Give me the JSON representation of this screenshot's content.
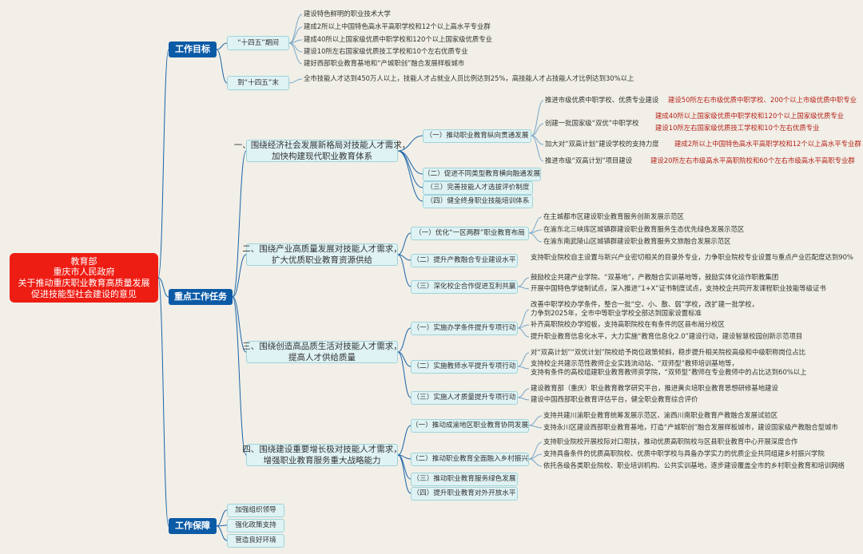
{
  "root": {
    "lines": [
      "教育部",
      "重庆市人民政府",
      "关于推动重庆职业教育高质量发展",
      "促进技能型社会建设的意见"
    ]
  },
  "branches": {
    "goals": "工作目标",
    "tasks": "重点工作任务",
    "support": "工作保障"
  },
  "goals": {
    "period": "“十四五”期间",
    "period_items": [
      "建设特色鲜明的职业技术大学",
      "建成2所以上中国特色高水平高职学校和12个以上高水平专业群",
      "建成40所以上国家级优质中职学校和120个以上国家级优质专业",
      "建设10所左右国家级优质技工学校和10个左右优质专业",
      "建好西部职业教育基地和“产城职创”融合发展样板城市"
    ],
    "end": "到“十四五”末",
    "end_item": "全市技能人才达到450万人以上，技能人才占就业人员比例达到25%，高技能人才占技能人才比例达到30%以上"
  },
  "task1": {
    "title": [
      "一、围绕经济社会发展新格局对技能人才需求，",
      "加快构建现代职业教育体系"
    ],
    "subs": [
      "（一）推动职业教育纵向贯通发展",
      "（二）促进不同类型教育横向融通发展",
      "（三）完善技能人才选拔评价制度",
      "（四）健全终身职业技能培训体系"
    ],
    "details": [
      "推进市级优质中职学校、优质专业建设",
      "创建一批国家级“双优”中职学校",
      "加大对“双高计划”建设学校的支持力度",
      "推进市级“双高计划”项目建设"
    ],
    "red": [
      "建设50所左右市级优质中职学校、200个以上市级优质中职专业",
      "建成40所以上国家级优质中职学校和120个以上国家级优质专业",
      "建设10所左右国家级优质技工学校和10个左右优质专业",
      "建成2所以上中国特色高水平高职学校和12个以上高水平专业群",
      "建设20所左右市级高水平高职院校和60个左右市级高水平高职专业群"
    ]
  },
  "task2": {
    "title": [
      "二、围绕产业高质量发展对技能人才需求，",
      "扩大优质职业教育资源供给"
    ],
    "subs": [
      "（一）优化“一区两群”职业教育布局",
      "（二）提升产教融合专业建设水平",
      "（三）深化校企合作促进互利共赢"
    ],
    "leaves_a": [
      "在主城都市区建设职业教育服务创新发展示范区",
      "在渝东北三峡库区城镇群建设职业教育服务生态优先绿色发展示范区",
      "在渝东南武陵山区城镇群建设职业教育服务文旅融合发展示范区"
    ],
    "leaf_b": "支持职业院校自主设置与新兴产业密切相关的目录外专业，力争职业院校专业设置与重点产业匹配度达到90%",
    "leaves_c": [
      "鼓励校企共建产业学院、“双基地”，产教融合实训基地等，鼓励实体化运作职教集团",
      "开展中国特色学徒制试点，深入推进“1+X”证书制度试点，支持校企共同开发课程职业技能等级证书"
    ]
  },
  "task3": {
    "title": [
      "三、围绕创造高品质生活对技能人才需求，",
      "提高人才供给质量"
    ],
    "subs": [
      "（一）实施办学条件提升专项行动",
      "（二）实施教师水平提升专项行动",
      "（三）实施人才质量提升专项行动"
    ],
    "leaves_a": [
      [
        "改善中职学校办学条件，整合一批“空、小、散、弱”学校，改扩建一批学校，",
        "力争到2025年，全市中等职业学校全部达到国家设置标准"
      ],
      [
        "补齐高职院校办学短板，支持高职院校在有条件的区县布局分校区"
      ],
      [
        "提升职业教育信息化水平，大力实施“教育信息化2.0”建设行动，建设智慧校园创新示范项目"
      ]
    ],
    "leaves_b": [
      [
        "对“双高计划”“双优计划”院校给予岗位政策倾斜，稳步提升相关院校高级和中级职称岗位占比"
      ],
      [
        "支持校企共建示范性教师企业实践流动站、“双师型”教师培训基地等，",
        "支持有条件的高校组建职业教育教师资学院，“双师型”教师在专业教师中的占比达到60%以上"
      ]
    ],
    "leaves_c": [
      "建设教育部（重庆）职业教育教学研究平台，推进黄炎培职业教育思想研修基地建设",
      "建设中国西部职业教育评估平台，健全职业教育综合评价"
    ]
  },
  "task4": {
    "title": [
      "四、围绕建设重要增长极对技能人才需求，",
      "增强职业教育服务重大战略能力"
    ],
    "subs": [
      "（一）推动成渝地区职业教育协同发展",
      "（二）推动职业教育全面融入乡村振兴",
      "（三）推动职业教育服务绿色发展",
      "（四）提升职业教育对外开放水平"
    ],
    "leaves_a": [
      "支持共建川渝职业教育统筹发展示范区、渝西川南职业教育产教融合发展试验区",
      "支持永川区建设西部职业教育基地，打造“产城职创”融合发展样板城市，建设国家级产教融合型城市"
    ],
    "leaves_b": [
      "支持职业院校开展校际对口帮扶，推动优质高职院校与区县职业教育中心开展深度合作",
      "支持具备条件的优质高职院校、优质中职学校与具备办学实力的优质企业共同组建乡村振兴学院",
      "依托各级各类职业院校、职业培训机构、公共实训基地，逐步建设覆盖全市的乡村职业教育和培训网络"
    ]
  },
  "support": {
    "items": [
      "加强组织领导",
      "强化政策支持",
      "营造良好环境"
    ]
  }
}
